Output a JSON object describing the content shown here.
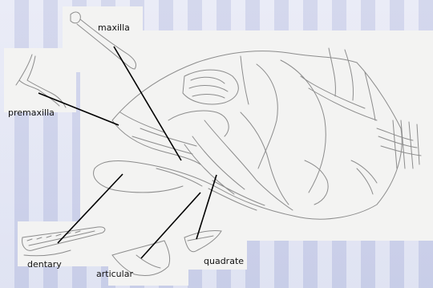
{
  "labels": {
    "maxilla": "maxilla",
    "premaxilla": "premaxilla",
    "dentary": "dentary",
    "articular": "articular",
    "quadrate": "quadrate"
  },
  "colors": {
    "background": "#d7dbee",
    "panel": "#f3f3f2",
    "sketch": "#8c8c8c",
    "leader": "#000000"
  }
}
